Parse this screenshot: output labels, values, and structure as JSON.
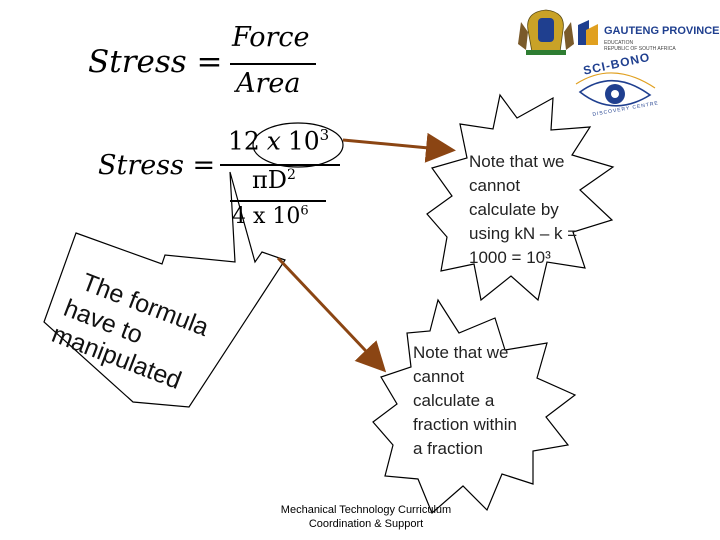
{
  "eq1": {
    "lhs": "Stress =",
    "numerator": "Force",
    "denominator": "Area"
  },
  "eq2": {
    "lhs": "Stress =",
    "num_coeff": "12",
    "num_x": "x",
    "num_base": "10",
    "num_exp": "3",
    "den_top_base": "πD",
    "den_top_exp": "2",
    "den_bottom_coeff": "4 x 10",
    "den_bottom_exp": "6"
  },
  "note1": {
    "lines": [
      "Note that we",
      "cannot",
      "calculate by",
      "using kN – k =",
      "1000 = 10³"
    ]
  },
  "note2": {
    "lines": [
      "Note that we",
      "cannot",
      "calculate a",
      "fraction within",
      "a fraction"
    ]
  },
  "callout": {
    "lines": [
      "The formula",
      "have to",
      "manipulated"
    ]
  },
  "logos": {
    "gauteng_title": "GAUTENG PROVINCE",
    "gauteng_sub1": "EDUCATION",
    "gauteng_sub2": "REPUBLIC OF SOUTH AFRICA",
    "scibono_title": "SCI-BONO",
    "scibono_sub": "DISCOVERY CENTRE"
  },
  "footer": {
    "line1": "Mechanical Technology Curriculum",
    "line2": "Coordination & Support"
  },
  "colors": {
    "arrow": "#8B4513",
    "accent_blue": "#1f3f8f"
  }
}
